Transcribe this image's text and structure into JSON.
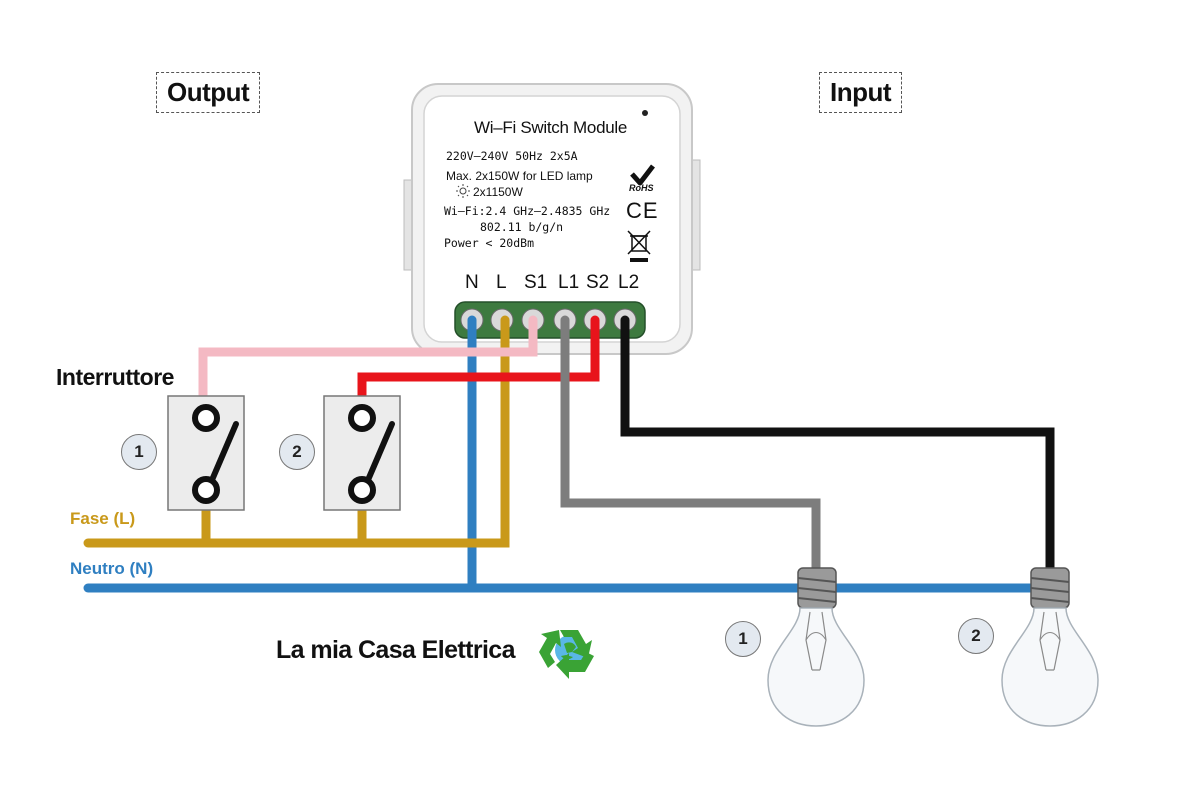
{
  "headers": {
    "output": "Output",
    "input": "Input"
  },
  "module": {
    "title": "Wi–Fi Switch Module",
    "spec1": "220V–240V  50Hz  2x5A",
    "spec2": "Max. 2x150W for LED lamp",
    "spec3": "2x1150W",
    "spec4": "Wi–Fi:2.4 GHz–2.4835 GHz",
    "spec5": "802.11 b/g/n",
    "spec6": "Power < 20dBm",
    "rohs": "RoHS",
    "ce": "CE",
    "terminals": [
      "N",
      "L",
      "S1",
      "L1",
      "S2",
      "L2"
    ]
  },
  "labels": {
    "interruttore": "Interruttore",
    "fase": "Fase (L)",
    "neutro": "Neutro (N)",
    "brand": "La mia Casa Elettrica"
  },
  "switch_numbers": [
    "1",
    "2"
  ],
  "bulb_numbers": [
    "1",
    "2"
  ],
  "colors": {
    "neutral": "#2f7fc1",
    "phase": "#c9991a",
    "s1_wire": "#f4b9c3",
    "s2_wire": "#e8141b",
    "l1_wire": "#7d7d7d",
    "l2_wire": "#111111",
    "terminal_block": "#3d7a3f",
    "recycle": "#3aa335"
  }
}
